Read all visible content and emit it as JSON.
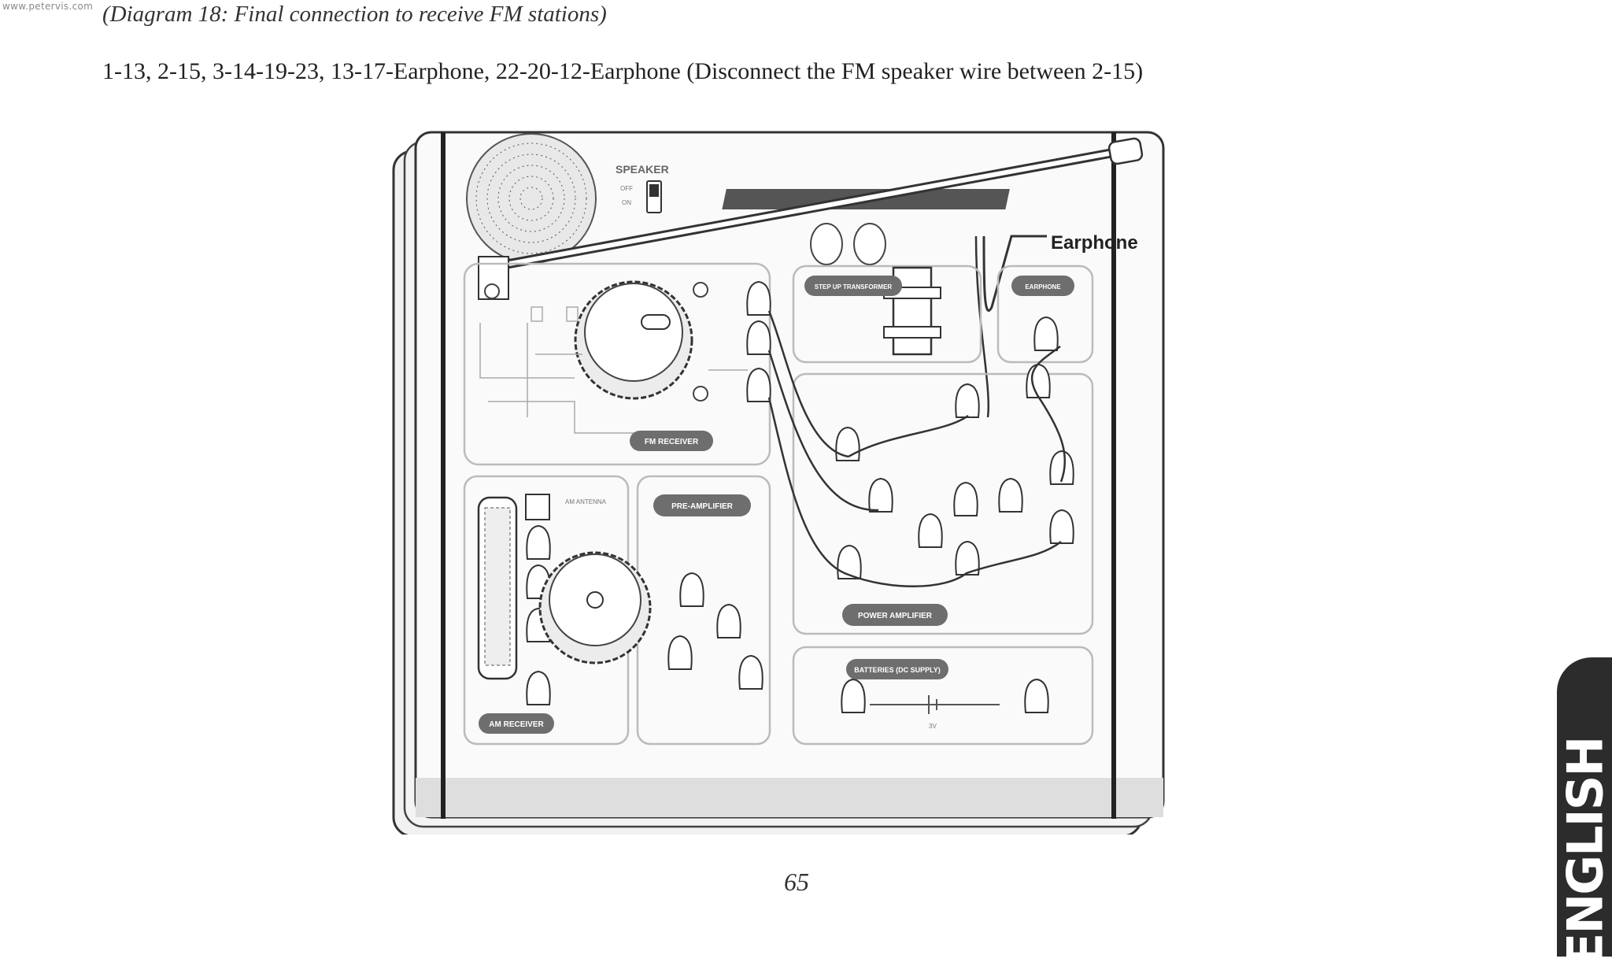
{
  "watermark": "www.petervis.com",
  "caption": "(Diagram 18: Final connection to receive FM stations)",
  "instructions": "1-13, 2-15, 3-14-19-23, 13-17-Earphone, 22-20-12-Earphone (Disconnect the FM speaker wire between 2-15)",
  "diagram": {
    "speaker_label": "SPEAKER",
    "speaker_off": "OFF",
    "speaker_on": "ON",
    "earphone_label": "Earphone",
    "sections": {
      "step_up_transformer": "STEP UP TRANSFORMER",
      "earphone": "EARPHONE",
      "fm_receiver": "FM RECEIVER",
      "pre_amplifier": "PRE-AMPLIFIER",
      "power_amplifier": "POWER AMPLIFIER",
      "batteries": "BATTERIES (DC SUPPLY)",
      "am_receiver": "AM RECEIVER"
    },
    "am_antenna": "AM ANTENNA",
    "battery_voltage": "3V"
  },
  "page_number": "65",
  "side_tab": "ENGLISH"
}
